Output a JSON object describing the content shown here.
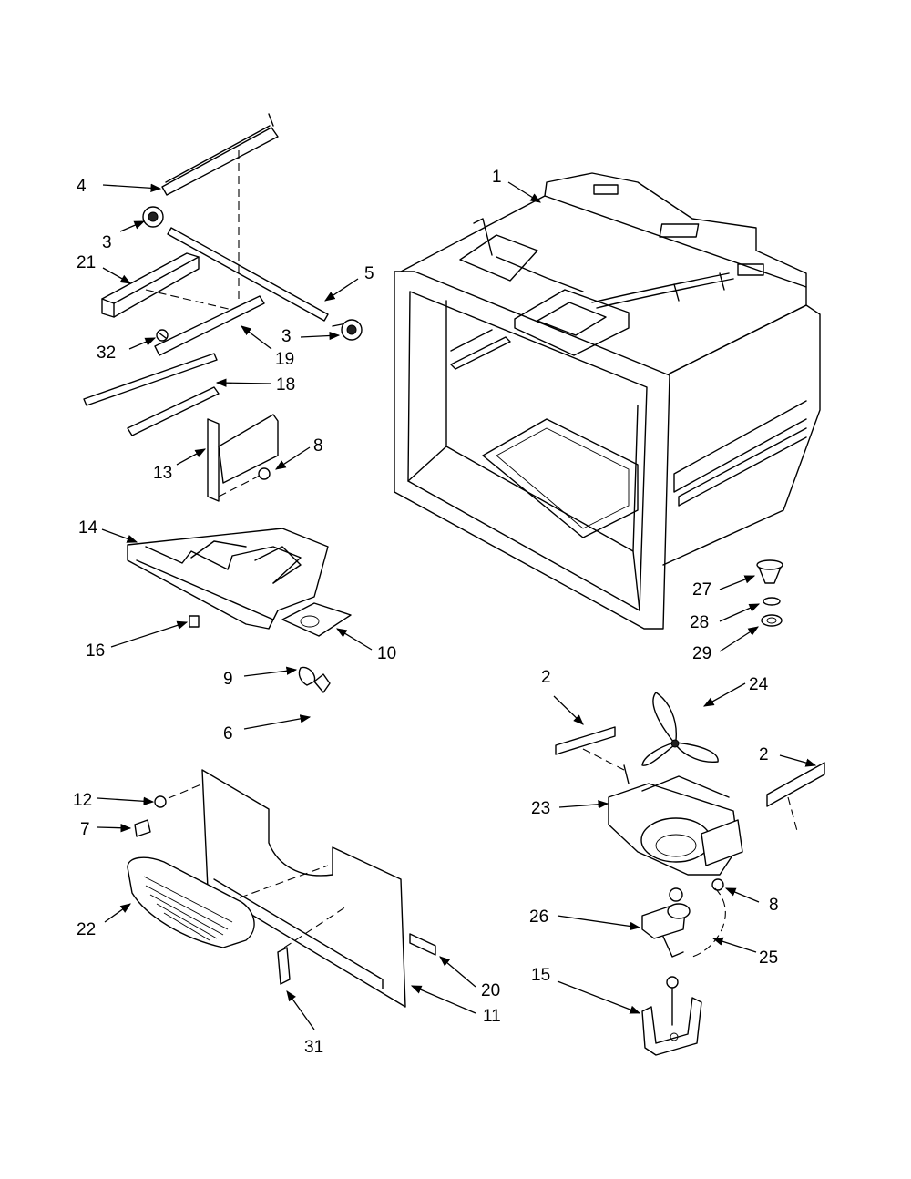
{
  "callouts": [
    {
      "id": "c-1",
      "text": "1"
    },
    {
      "id": "c-4",
      "text": "4"
    },
    {
      "id": "c-3a",
      "text": "3"
    },
    {
      "id": "c-21",
      "text": "21"
    },
    {
      "id": "c-5",
      "text": "5"
    },
    {
      "id": "c-3b",
      "text": "3"
    },
    {
      "id": "c-32",
      "text": "32"
    },
    {
      "id": "c-19",
      "text": "19"
    },
    {
      "id": "c-18",
      "text": "18"
    },
    {
      "id": "c-8a",
      "text": "8"
    },
    {
      "id": "c-13",
      "text": "13"
    },
    {
      "id": "c-14",
      "text": "14"
    },
    {
      "id": "c-16",
      "text": "16"
    },
    {
      "id": "c-10",
      "text": "10"
    },
    {
      "id": "c-27",
      "text": "27"
    },
    {
      "id": "c-28",
      "text": "28"
    },
    {
      "id": "c-29",
      "text": "29"
    },
    {
      "id": "c-2a",
      "text": "2"
    },
    {
      "id": "c-24",
      "text": "24"
    },
    {
      "id": "c-9",
      "text": "9"
    },
    {
      "id": "c-6",
      "text": "6"
    },
    {
      "id": "c-2b",
      "text": "2"
    },
    {
      "id": "c-12",
      "text": "12"
    },
    {
      "id": "c-7",
      "text": "7"
    },
    {
      "id": "c-23",
      "text": "23"
    },
    {
      "id": "c-22",
      "text": "22"
    },
    {
      "id": "c-8b",
      "text": "8"
    },
    {
      "id": "c-26",
      "text": "26"
    },
    {
      "id": "c-25",
      "text": "25"
    },
    {
      "id": "c-15",
      "text": "15"
    },
    {
      "id": "c-20",
      "text": "20"
    },
    {
      "id": "c-11",
      "text": "11"
    },
    {
      "id": "c-31",
      "text": "31"
    }
  ]
}
